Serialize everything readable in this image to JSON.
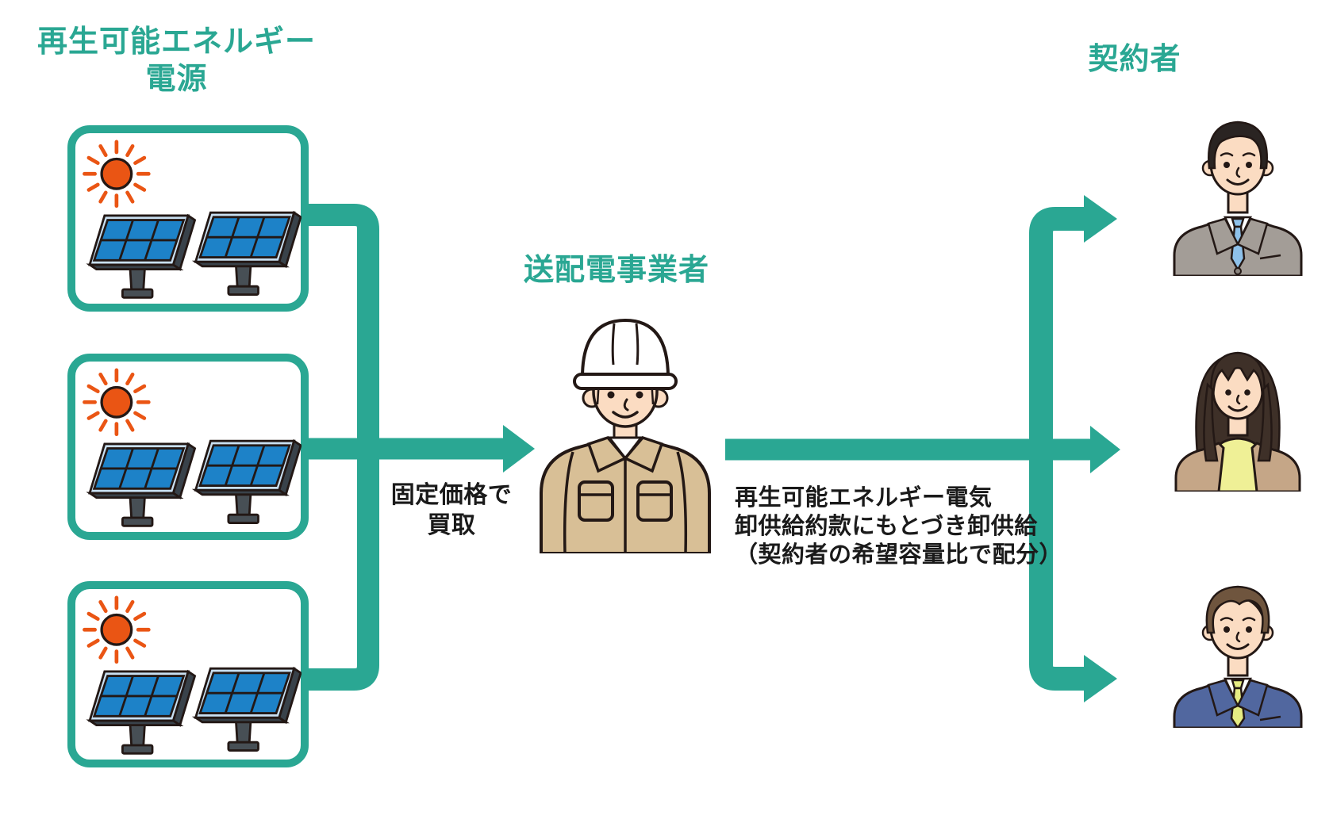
{
  "diagram": {
    "type": "flow-diagram",
    "language": "ja",
    "accent_color": "#2AA793",
    "text_color": "#1A1A1A",
    "background_color": "#FFFFFF"
  },
  "left_column": {
    "title_line1": "再生可能エネルギー",
    "title_line2": "電源",
    "boxes": [
      {
        "icon": "sun-and-solar-panels-icon"
      },
      {
        "icon": "sun-and-solar-panels-icon"
      },
      {
        "icon": "sun-and-solar-panels-icon"
      }
    ],
    "colors": {
      "sun": "#EA5514",
      "panel_cell": "#1D82C8",
      "panel_frame": "#C9E0F2",
      "panel_side": "#39424A",
      "stand": "#474F55",
      "outline": "#231815"
    }
  },
  "center_column": {
    "title": "送配電事業者",
    "icon": "utility-worker-icon",
    "buy_arrow_label": {
      "line1": "固定価格で",
      "line2": "買取"
    },
    "colors": {
      "helmet": "#FFFFFF",
      "skin": "#FBDCC2",
      "uniform": "#D8BF96"
    }
  },
  "right_column": {
    "title": "契約者",
    "supply_arrow_label": {
      "line1": "再生可能エネルギー電気",
      "line2": "卸供給約款にもとづき卸供給",
      "line3": "（契約者の希望容量比で配分）"
    },
    "contractors": [
      {
        "icon": "businessman-gray-suit-icon",
        "suit": "#A39D97",
        "tie": "#8EC1EA",
        "hair": "#2A2422"
      },
      {
        "icon": "woman-cardigan-icon",
        "cardigan": "#C5A687",
        "top": "#EFF096",
        "hair": "#3E3028"
      },
      {
        "icon": "businessman-navy-suit-icon",
        "suit": "#51679F",
        "tie": "#E6EC83",
        "hair": "#6F553E"
      }
    ]
  }
}
